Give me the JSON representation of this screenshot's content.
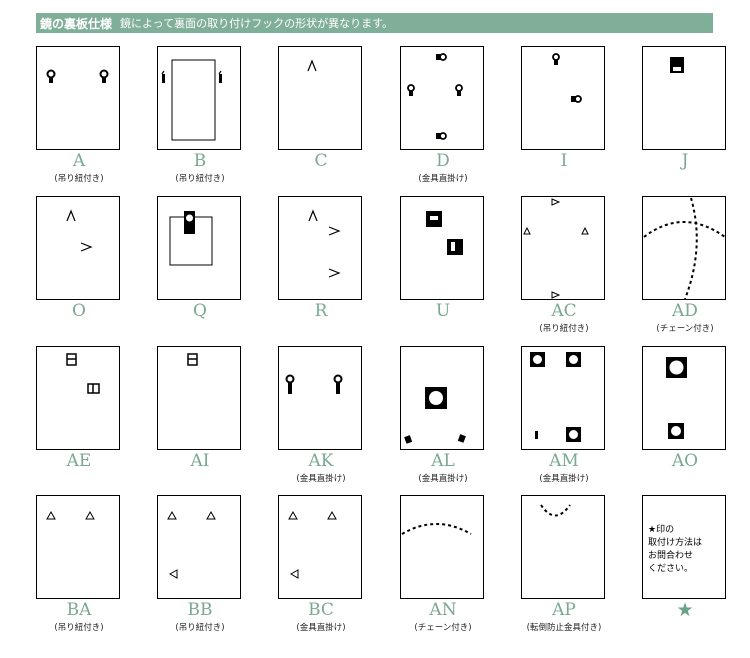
{
  "header": {
    "title": "鏡の裏板仕様",
    "subtitle": "鏡によって裏面の取り付けフックの形状が異なります。"
  },
  "items": [
    {
      "code": "A",
      "note": "(吊り紐付き)"
    },
    {
      "code": "B",
      "note": "(吊り紐付き)"
    },
    {
      "code": "C",
      "note": ""
    },
    {
      "code": "D",
      "note": "(金具直掛け)"
    },
    {
      "code": "I",
      "note": ""
    },
    {
      "code": "J",
      "note": ""
    },
    {
      "code": "O",
      "note": ""
    },
    {
      "code": "Q",
      "note": ""
    },
    {
      "code": "R",
      "note": ""
    },
    {
      "code": "U",
      "note": ""
    },
    {
      "code": "AC",
      "note": "(吊り紐付き)"
    },
    {
      "code": "AD",
      "note": "(チェーン付き)"
    },
    {
      "code": "AE",
      "note": ""
    },
    {
      "code": "AI",
      "note": ""
    },
    {
      "code": "AK",
      "note": "(金具直掛け)"
    },
    {
      "code": "AL",
      "note": "(金具直掛け)"
    },
    {
      "code": "AM",
      "note": "(金具直掛け)"
    },
    {
      "code": "AO",
      "note": ""
    },
    {
      "code": "BA",
      "note": "(吊り紐付き)"
    },
    {
      "code": "BB",
      "note": "(吊り紐付き)"
    },
    {
      "code": "BC",
      "note": "(金具直掛け)"
    },
    {
      "code": "AN",
      "note": "(チェーン付き)"
    },
    {
      "code": "AP",
      "note": "(転倒防止金具付き)"
    },
    {
      "code": "★",
      "note": ""
    }
  ],
  "star_card": {
    "line1": "★印の",
    "line2": "取付け方法は",
    "line3": "お問合わせ",
    "line4": "ください。"
  }
}
